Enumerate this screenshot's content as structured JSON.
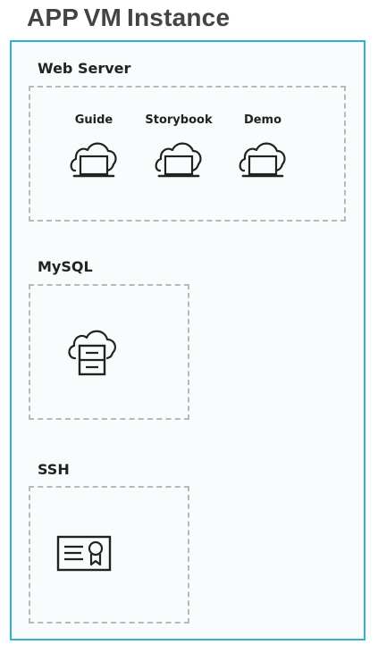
{
  "page": {
    "title": "APP VM Instance"
  },
  "sections": {
    "web_server": {
      "label": "Web Server",
      "nodes": [
        {
          "label": "Guide",
          "icon": "cloud-laptop-icon"
        },
        {
          "label": "Storybook",
          "icon": "cloud-laptop-icon"
        },
        {
          "label": "Demo",
          "icon": "cloud-laptop-icon"
        }
      ]
    },
    "mysql": {
      "label": "MySQL",
      "icon": "cloud-database-icon"
    },
    "ssh": {
      "label": "SSH",
      "icon": "certificate-icon"
    }
  },
  "colors": {
    "frame_border": "#2fb1cf",
    "dash_border": "#b9b9b9",
    "title_text": "#444444",
    "label_text": "#222222",
    "icon_stroke": "#222222"
  }
}
